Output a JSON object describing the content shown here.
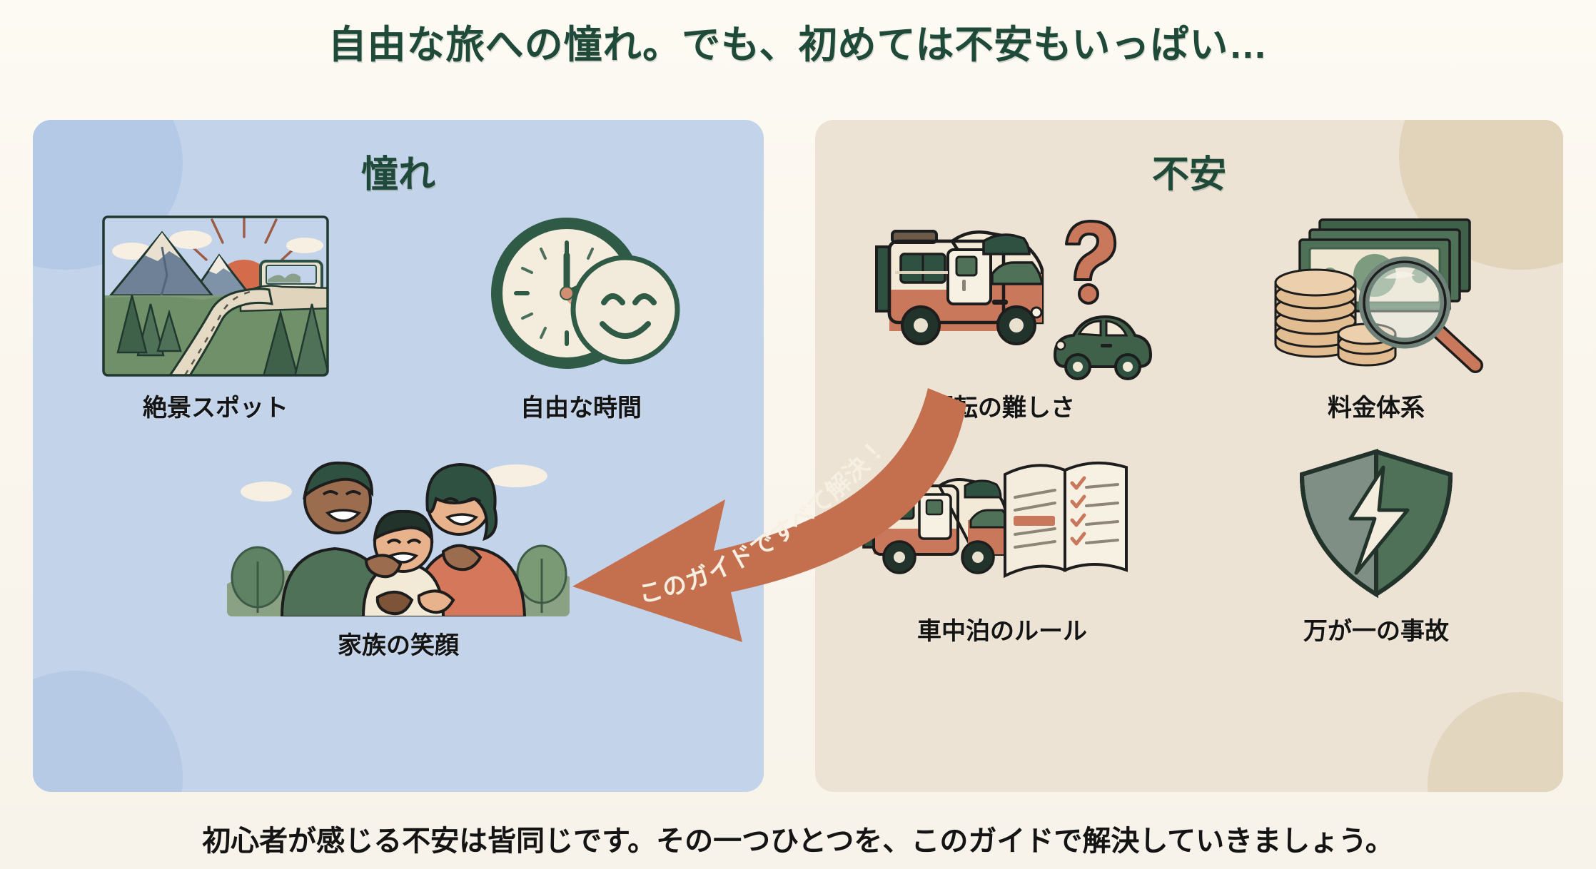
{
  "title": "自由な旅への憧れ。でも、初めては不安もいっぱい…",
  "footer": "初心者が感じる不安は皆同じです。その一つひとつを、このガイドで解決していきましょう。",
  "arrow": {
    "label": "このガイドですべて解決！",
    "color": "#c4704f",
    "direction": "right-to-left"
  },
  "panels": {
    "left": {
      "heading": "憧れ",
      "background": "#c2d3ea",
      "items": [
        {
          "icon": "mountain-road-scenery-icon",
          "label": "絶景スポット"
        },
        {
          "icon": "clock-smiley-icon",
          "label": "自由な時間"
        },
        {
          "icon": "happy-family-icon",
          "label": "家族の笑顔"
        }
      ]
    },
    "right": {
      "heading": "不安",
      "background": "#ece3d4",
      "items": [
        {
          "icon": "camper-car-question-icon",
          "label": "運転の難しさ"
        },
        {
          "icon": "money-magnifier-icon",
          "label": "料金体系"
        },
        {
          "icon": "camper-rulebook-icon",
          "label": "車中泊のルール"
        },
        {
          "icon": "broken-shield-icon",
          "label": "万が一の事故"
        }
      ]
    }
  },
  "colors": {
    "page_background": "#fbf7ef",
    "heading_green": "#1f4a3a",
    "accent_terracotta": "#c4704f",
    "body_text": "#141414"
  }
}
